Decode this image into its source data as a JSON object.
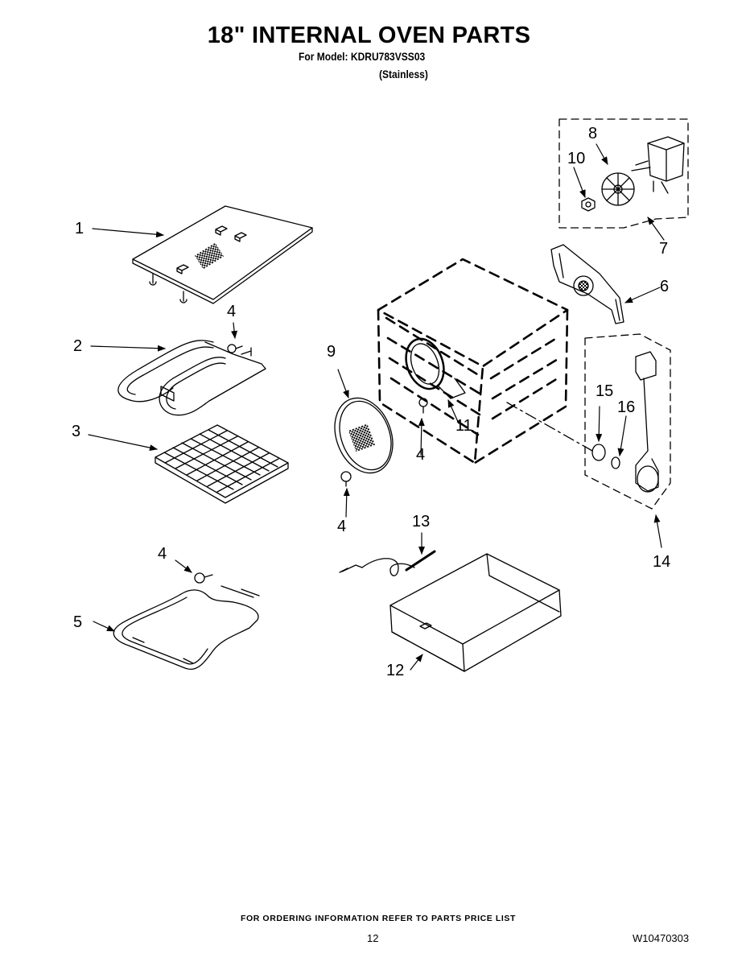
{
  "header": {
    "title": "18\" INTERNAL OVEN PARTS",
    "subtitle": "For Model: KDRU783VSS03",
    "finish": "(Stainless)"
  },
  "callouts": {
    "c1": "1",
    "c2": "2",
    "c3": "3",
    "c4a": "4",
    "c4b": "4",
    "c4c": "4",
    "c4d": "4",
    "c5": "5",
    "c6": "6",
    "c7": "7",
    "c8": "8",
    "c9": "9",
    "c10": "10",
    "c11": "11",
    "c12": "12",
    "c13": "13",
    "c14": "14",
    "c15": "15",
    "c16": "16"
  },
  "footer": {
    "ordering_note": "FOR ORDERING INFORMATION REFER TO PARTS PRICE LIST",
    "page_number": "12",
    "document_number": "W10470303"
  }
}
